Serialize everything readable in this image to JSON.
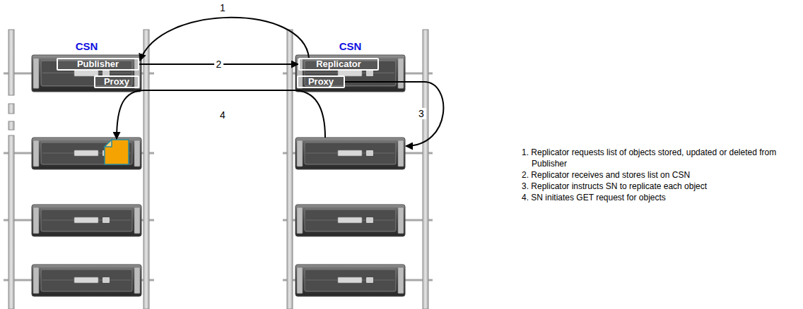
{
  "diagram": {
    "nodes": [
      {
        "text": [
          "CSN"
        ]
      },
      {
        "text": [
          "Publisher"
        ],
        "in": 0
      },
      {
        "text": [
          "Proxy"
        ],
        "in": 0
      },
      {
        "text": [
          "CSN"
        ]
      },
      {
        "text": [
          "Replicator"
        ],
        "in": 3
      },
      {
        "text": [
          "Proxy"
        ],
        "in": 3
      },
      {
        "text": []
      },
      {
        "text": []
      }
    ],
    "edges": [
      {
        "from": 4,
        "to": 1,
        "arrow": "to",
        "label": "1"
      },
      {
        "from": 1,
        "to": 4,
        "arrow": "to",
        "label": "2"
      },
      {
        "from": 5,
        "to": 7,
        "arrow": "to",
        "label": "3"
      },
      {
        "from": 7,
        "to": 6,
        "arrow": "to",
        "label": "4"
      }
    ],
    "labels": [
      "1. Replicator requests list of objects stored, updated or deleted from Publisher",
      "2. Replicator receives and stores list on CSN",
      "3. Replicator instructs SN to replicate each object",
      "4. SN initiates GET request for objects"
    ]
  }
}
